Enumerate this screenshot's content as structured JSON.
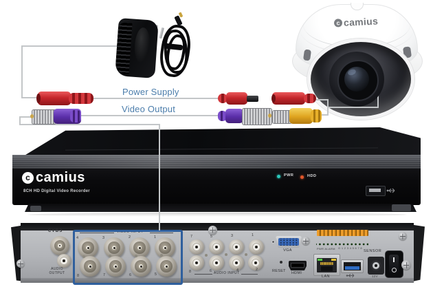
{
  "labels": {
    "power_supply": "Power Supply",
    "video_output": "Video Output"
  },
  "camera": {
    "logo_icon": "circle-c-icon",
    "logo_text": "camius"
  },
  "dvr_front": {
    "logo_icon": "circle-c-icon",
    "logo_text": "camius",
    "model": "8CH HD Digital Video Recorder",
    "leds": [
      {
        "label": "PWR",
        "color": "#2cc7bb"
      },
      {
        "label": "HDD",
        "color": "#e2572b"
      }
    ]
  },
  "back_panel": {
    "cvbs_label": "CVBS",
    "audio_output_line1": "AUDIO",
    "audio_output_line2": "OUTPUT",
    "video_input": {
      "label": "VIDEO INPUT",
      "top_numbers": [
        "4",
        "3",
        "2",
        "1"
      ],
      "bottom_numbers": [
        "8",
        "7",
        "6",
        "5"
      ]
    },
    "audio_input": {
      "label": "AUDIO INPUT",
      "top_numbers": [
        "7",
        "5",
        "3",
        "1"
      ],
      "bottom_numbers": [
        "8",
        "6",
        "4",
        "2"
      ]
    },
    "vga_label": "VGA",
    "reset_label": "RESET",
    "hdmi_label": "HDMI",
    "lan_label": "LAN",
    "sensor_label": "SENSOR",
    "terminal_label_left": "PWR ALARM",
    "terminal_label_right": "G 1 2 3 4 5 6 7 8",
    "dc_label": "12V"
  },
  "colors": {
    "wire": "#c3c6c8",
    "diagram_text": "#4b7dab",
    "highlight_box": "#2f5f9d",
    "power_connector_red": "#c6272c",
    "video_connector_purple": "#5f35b0",
    "camera_video_yellow": "#e2a81f",
    "pwr_led": "#2cc7bb",
    "hdd_led": "#e2572b"
  }
}
